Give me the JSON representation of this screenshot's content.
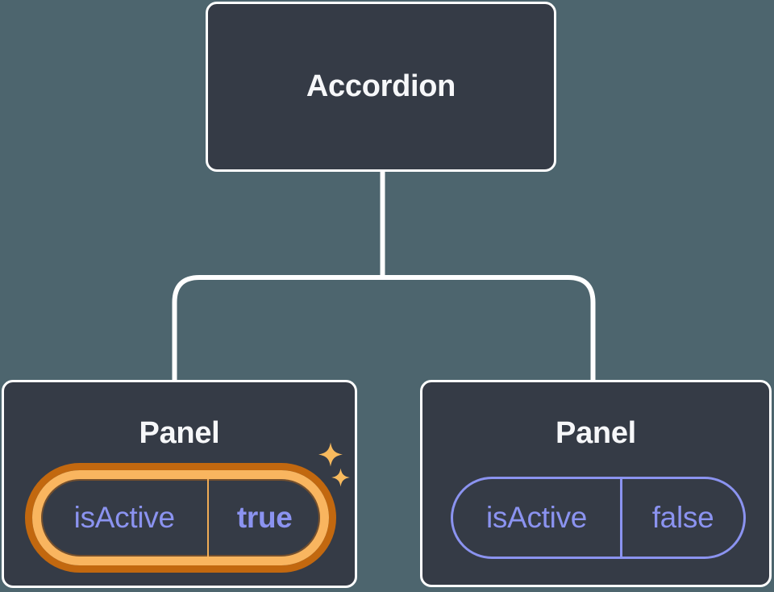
{
  "diagram": {
    "type": "component-tree",
    "root": {
      "label": "Accordion"
    },
    "children": [
      {
        "label": "Panel",
        "prop_name": "isActive",
        "prop_value": "true",
        "highlighted": true,
        "decoration": "sparkle-icons"
      },
      {
        "label": "Panel",
        "prop_name": "isActive",
        "prop_value": "false",
        "highlighted": false
      }
    ],
    "colors": {
      "background": "#4D656E",
      "node_fill": "#353B46",
      "node_border": "#FFFFFF",
      "connector": "#FFFFFF",
      "label_text": "#F6F7F9",
      "state_purple": "#8B93F0",
      "highlight_orange_dark": "#C2680F",
      "highlight_orange_light": "#F9B55F",
      "sparkle_orange": "#F8BA5E"
    }
  }
}
